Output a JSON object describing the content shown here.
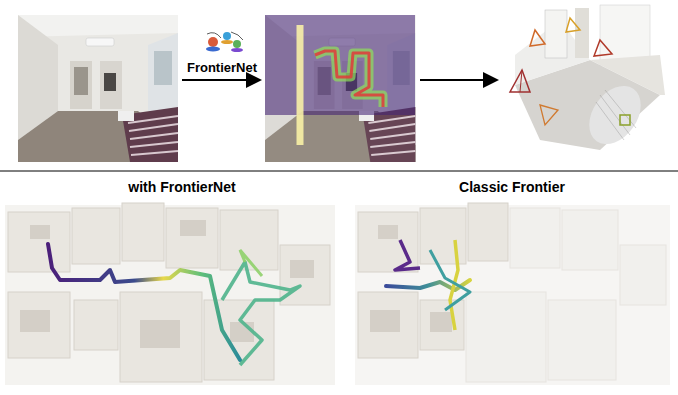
{
  "diagram": {
    "labels": [
      "FrontierNet",
      "with FrontierNet",
      "Classic Frontier"
    ]
  }
}
